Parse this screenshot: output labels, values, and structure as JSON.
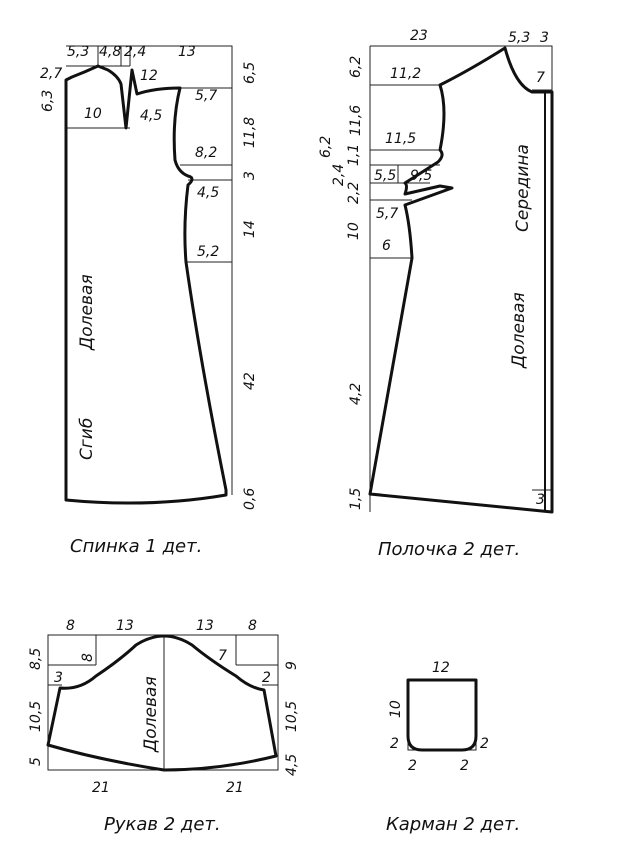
{
  "back": {
    "caption": "Спинка   1 дет.",
    "fold_label": "Сгиб",
    "grain_label": "Долевая",
    "top_dims": [
      "5,3",
      "4,8",
      "2,4",
      "13"
    ],
    "left_dims": [
      "2,7",
      "6,3"
    ],
    "right_dims": [
      "6,5",
      "11,8",
      "3",
      "14",
      "42",
      "0,6"
    ],
    "inner_dims": [
      "10",
      "4,5",
      "12",
      "5,7",
      "8,2",
      "4,5",
      "5,2"
    ]
  },
  "front": {
    "caption": "Полочка 2 дет.",
    "grain_label": "Долевая",
    "center_label": "Середина",
    "top_dims": [
      "23",
      "5,3",
      "3"
    ],
    "left_dims": [
      "6,2",
      "11,6",
      "6,2",
      "1,1",
      "2,4",
      "2,2",
      "10",
      "4,2",
      "1,5"
    ],
    "inner_dims": [
      "11,2",
      "11,5",
      "5,5",
      "9,5",
      "5,7",
      "6",
      "7",
      "3"
    ]
  },
  "sleeve": {
    "caption": "Рукав 2 дет.",
    "grain_label": "Долевая",
    "top_dims": [
      "8",
      "13",
      "13",
      "8"
    ],
    "left_dims": [
      "8,5",
      "3",
      "8",
      "10,5",
      "5"
    ],
    "right_dims": [
      "7",
      "9",
      "2",
      "10,5",
      "4,5"
    ],
    "bottom_dims": [
      "21",
      "21"
    ]
  },
  "pocket": {
    "caption": "Карман 2 дет.",
    "top_dim": "12",
    "side_dim": "10",
    "corner_dims": [
      "2",
      "2",
      "2",
      "2"
    ]
  },
  "colors": {
    "ink": "#111111",
    "paper": "#ffffff"
  }
}
